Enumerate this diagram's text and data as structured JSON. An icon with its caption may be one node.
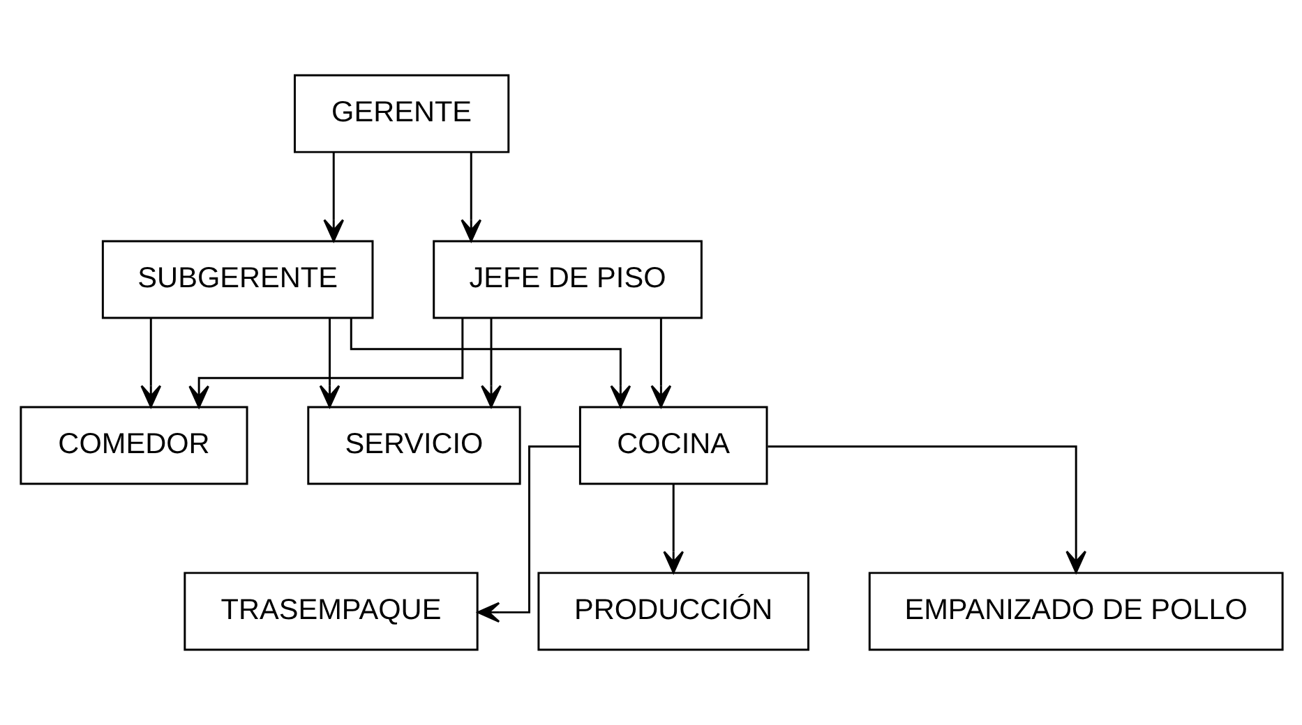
{
  "diagram": {
    "nodes": [
      {
        "text": [
          "GERENTE"
        ]
      },
      {
        "text": [
          "SUBGERENTE"
        ]
      },
      {
        "text": [
          "JEFE DE PISO"
        ]
      },
      {
        "text": [
          "COMEDOR"
        ]
      },
      {
        "text": [
          "SERVICIO"
        ]
      },
      {
        "text": [
          "COCINA"
        ]
      },
      {
        "text": [
          "TRASEMPAQUE"
        ]
      },
      {
        "text": [
          "PRODUCCIÓN"
        ]
      },
      {
        "text": [
          "EMPANIZADO DE POLLO"
        ]
      }
    ],
    "edges": [
      {
        "from": 0,
        "to": 1,
        "arrow": "to"
      },
      {
        "from": 0,
        "to": 2,
        "arrow": "to"
      },
      {
        "from": 1,
        "to": 3,
        "arrow": "to"
      },
      {
        "from": 1,
        "to": 4,
        "arrow": "to"
      },
      {
        "from": 1,
        "to": 5,
        "arrow": "to"
      },
      {
        "from": 2,
        "to": 3,
        "arrow": "to"
      },
      {
        "from": 2,
        "to": 4,
        "arrow": "to"
      },
      {
        "from": 2,
        "to": 5,
        "arrow": "to"
      },
      {
        "from": 5,
        "to": 6,
        "arrow": "to"
      },
      {
        "from": 5,
        "to": 7,
        "arrow": "to"
      },
      {
        "from": 5,
        "to": 8,
        "arrow": "to"
      }
    ]
  }
}
